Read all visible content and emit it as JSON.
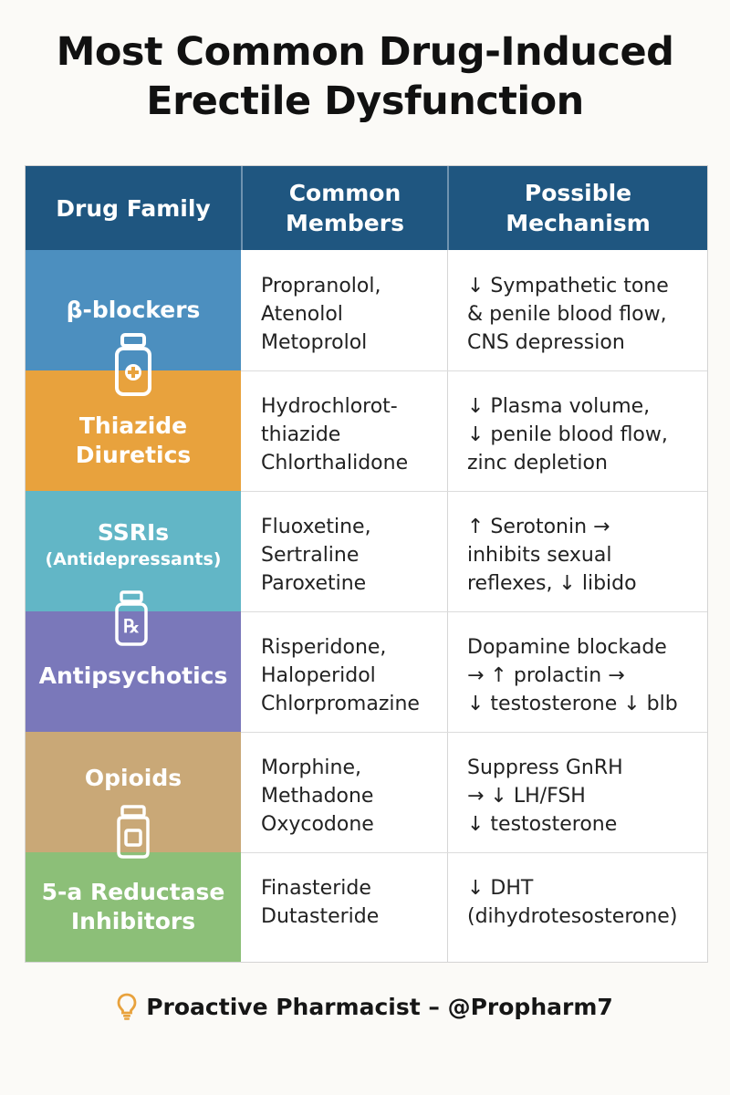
{
  "title": {
    "line1": "Most Common Drug-Induced",
    "line2": "Erectile Dysfunction"
  },
  "table": {
    "headers": [
      "Drug Family",
      "Common\nMembers",
      "Possible\nMechanism"
    ],
    "rows": [
      {
        "family": "β-blockers",
        "family_sub": "",
        "members": "Propranolol,\nAtenolol\nMetoprolol",
        "mechanism": "↓ Sympathetic tone\n& penile blood flow,\nCNS depression",
        "color": "#4c8fbf"
      },
      {
        "family": "Thiazide\nDiuretics",
        "family_sub": "",
        "members": "Hydrochlorot-\nthiazide\nChlorthalidone",
        "mechanism": "↓ Plasma volume,\n↓ penile blood flow,\nzinc depletion",
        "color": "#e8a23d"
      },
      {
        "family": "SSRIs",
        "family_sub": "(Antidepressants)",
        "members": "Fluoxetine,\nSertraline\nParoxetine",
        "mechanism": "↑ Serotonin →\ninhibits sexual\nreflexes, ↓ libido",
        "color": "#62b6c6"
      },
      {
        "family": "Antipsychotics",
        "family_sub": "",
        "members": "Risperidone,\nHaloperidol\nChlorpromazine",
        "mechanism": "Dopamine blockade\n→ ↑ prolactin →\n↓ testosterone ↓ blb",
        "color": "#7a78ba"
      },
      {
        "family": "Opioids",
        "family_sub": "",
        "members": "Morphine,\nMethadone\nOxycodone",
        "mechanism": "Suppress GnRH\n→ ↓ LH/FSH\n↓ testosterone",
        "color": "#c9a877"
      },
      {
        "family": "5-a Reductase\nInhibitors",
        "family_sub": "",
        "members": "Finasteride\nDutasteride",
        "mechanism": "↓ DHT\n(dihydrotesosterone)",
        "color": "#8cbf78"
      }
    ]
  },
  "icons": [
    "pill-bottle-plus-icon",
    "pill-bottle-rx-icon",
    "pill-jar-icon",
    "lightbulb-icon"
  ],
  "footer": {
    "text": "Proactive Pharmacist – @Propharm7",
    "bulb_color": "#e8a23d"
  }
}
